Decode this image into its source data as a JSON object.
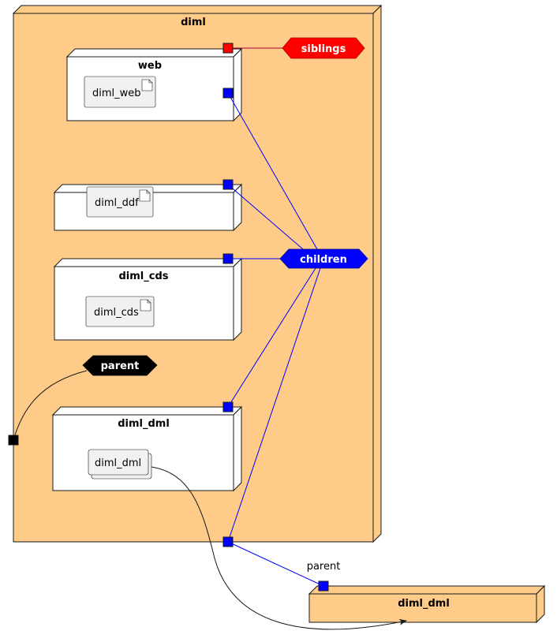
{
  "diagram": {
    "outer_package": {
      "title": "diml"
    },
    "nodes": {
      "web": {
        "title": "web",
        "artifact": "diml_web"
      },
      "ddf": {
        "title": "ddf",
        "artifact": "diml_ddf"
      },
      "cds": {
        "title": "diml_cds",
        "artifact": "diml_cds"
      },
      "dml": {
        "title": "diml_dml",
        "artifact": "diml_dml"
      }
    },
    "external_node": {
      "title": "diml_dml"
    },
    "hexagons": {
      "siblings": {
        "label": "siblings",
        "color": "#ff0000"
      },
      "children": {
        "label": "children",
        "color": "#0000ff"
      },
      "parent": {
        "label": "parent",
        "color": "#000000"
      }
    },
    "edge_labels": {
      "parent": "parent"
    },
    "colors": {
      "package_fill": "#fecb89",
      "port_blue": "#0000ff",
      "port_red": "#ff0000",
      "port_black": "#000000",
      "artifact_fill": "#f1f1f1"
    }
  }
}
